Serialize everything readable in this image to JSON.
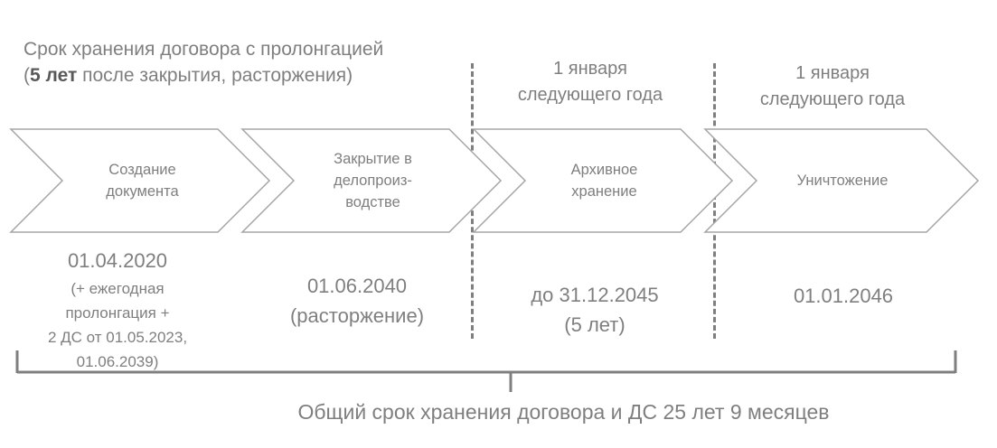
{
  "header": {
    "line1": "Срок хранения договора с пролонгацией",
    "line2_prefix": "(",
    "line2_bold": "5 лет",
    "line2_rest": " после закрытия, расторжения)"
  },
  "markers": [
    {
      "line1": "1 января",
      "line2": "следующего года"
    },
    {
      "line1": "1 января",
      "line2": "следующего года"
    }
  ],
  "stages": [
    {
      "label": "Создание\nдокумента"
    },
    {
      "label": "Закрытие в\nделопроиз-\nводстве"
    },
    {
      "label": "Архивное\nхранение"
    },
    {
      "label": "Уничтожение"
    }
  ],
  "dates": {
    "d1_main": "01.04.2020",
    "d1_sub1": "(+ ежегодная",
    "d1_sub2": "пролонгация +",
    "d1_sub3": "2 ДС от 01.05.2023,",
    "d1_sub4": "01.06.2039)",
    "d2_main1": "01.06.2040",
    "d2_main2": "(расторжение)",
    "d3_main1": "до 31.12.2045",
    "d3_main2": "(5 лет)",
    "d4_main": "01.01.2046"
  },
  "footer": {
    "total": "Общий срок хранения договора и ДС 25 лет 9 месяцев"
  }
}
